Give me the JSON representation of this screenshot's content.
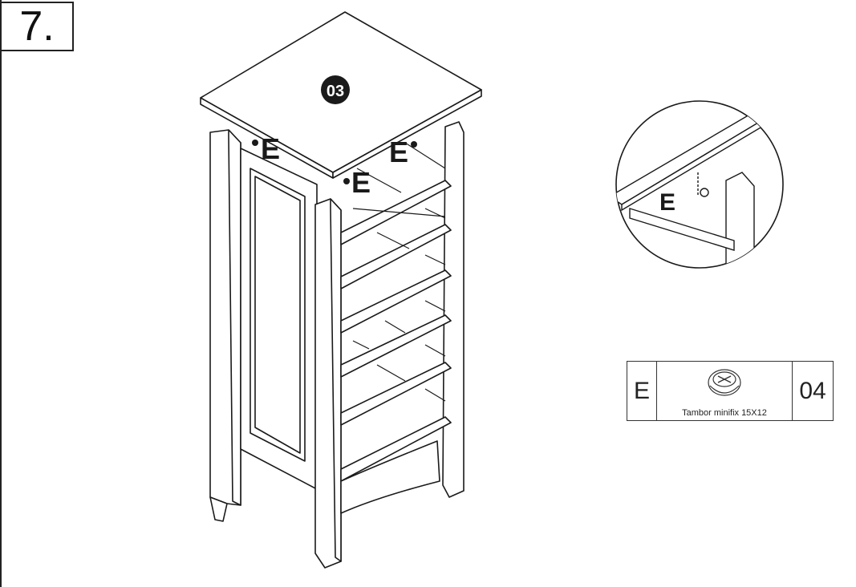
{
  "step": {
    "number": "7."
  },
  "main": {
    "part_badge": "03",
    "fitting_labels": [
      "E",
      "E",
      "E"
    ]
  },
  "detail": {
    "fitting_label": "E"
  },
  "parts": [
    {
      "letter": "E",
      "name": "Tambor minifix 15X12",
      "quantity": "04",
      "icon": "cam-lock-fitting-icon"
    }
  ],
  "colors": {
    "line": "#1a1a1a",
    "fill": "#ffffff",
    "badge": "#1a1a1a"
  }
}
